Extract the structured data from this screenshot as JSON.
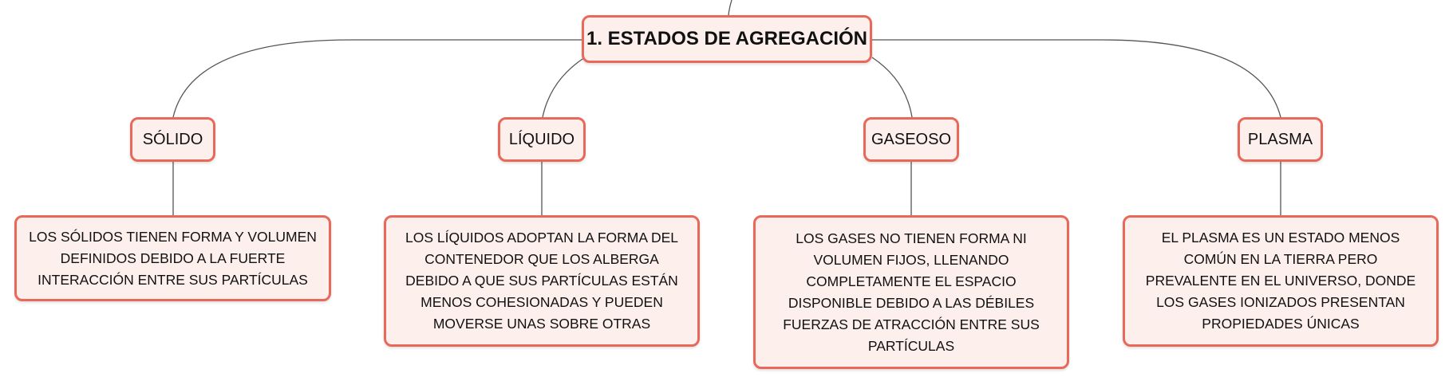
{
  "colors": {
    "border": "#e8685a",
    "fill": "#fdf0ec",
    "line": "#555555"
  },
  "root": {
    "label": "1. ESTADOS DE AGREGACIÓN"
  },
  "branches": [
    {
      "label": "SÓLIDO",
      "description": "LOS SÓLIDOS TIENEN FORMA Y VOLUMEN DEFINIDOS DEBIDO A LA FUERTE INTERACCIÓN ENTRE SUS PARTÍCULAS"
    },
    {
      "label": "LÍQUIDO",
      "description": "LOS LÍQUIDOS ADOPTAN LA FORMA DEL CONTENEDOR QUE LOS ALBERGA DEBIDO A QUE SUS PARTÍCULAS ESTÁN MENOS COHESIONADAS Y PUEDEN MOVERSE UNAS SOBRE OTRAS"
    },
    {
      "label": "GASEOSO",
      "description": "LOS GASES NO TIENEN FORMA NI VOLUMEN FIJOS, LLENANDO COMPLETAMENTE EL ESPACIO DISPONIBLE DEBIDO A LAS DÉBILES FUERZAS DE ATRACCIÓN ENTRE SUS PARTÍCULAS"
    },
    {
      "label": "PLASMA",
      "description": "EL PLASMA ES UN ESTADO MENOS COMÚN EN LA TIERRA PERO PREVALENTE EN EL UNIVERSO, DONDE LOS GASES IONIZADOS PRESENTAN PROPIEDADES ÚNICAS"
    }
  ]
}
